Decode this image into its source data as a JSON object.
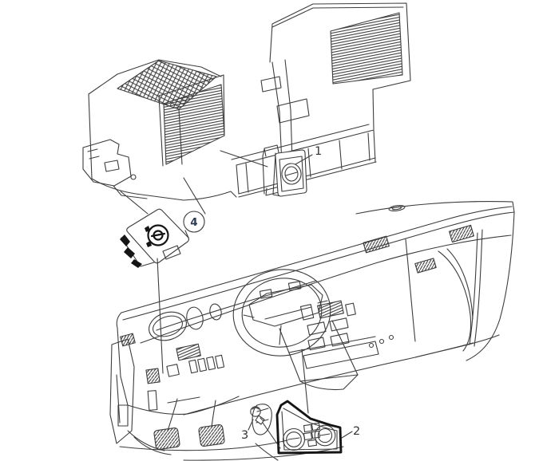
{
  "diagram": {
    "type": "vehicle-dashboard-parts-diagram",
    "background": "#ffffff",
    "colors": {
      "line": "#3d3d3d",
      "thick": "#151515",
      "label": "#333333",
      "hl_ring": "#cb1f26",
      "hl_fill": "#b7c4d2",
      "hl_text": "#2e3c52"
    },
    "callouts": [
      {
        "ref": "1",
        "label": "1",
        "highlighted": false
      },
      {
        "ref": "2",
        "label": "2",
        "highlighted": false
      },
      {
        "ref": "3",
        "label": "3",
        "highlighted": false
      },
      {
        "ref": "4",
        "label": "4",
        "highlighted": true
      }
    ]
  }
}
